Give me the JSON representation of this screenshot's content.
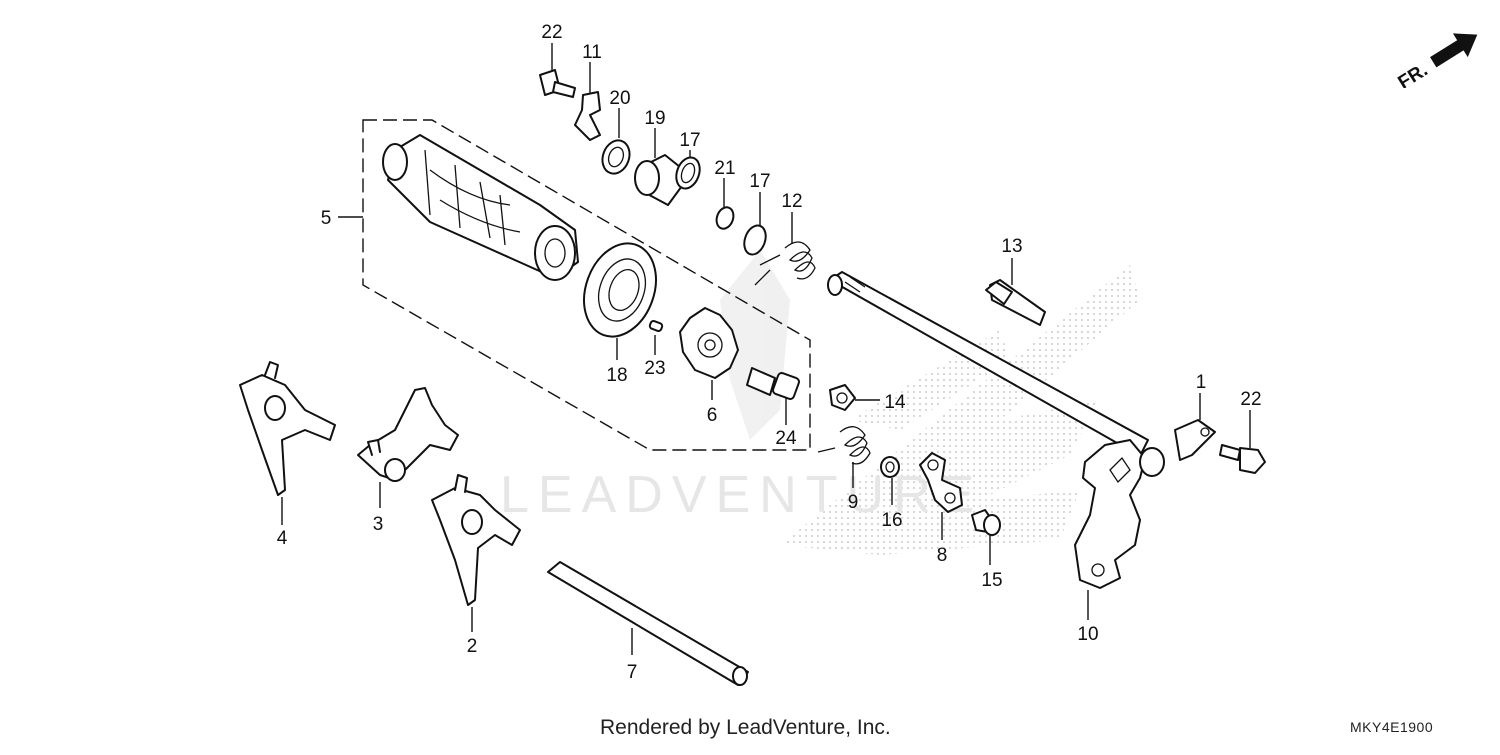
{
  "diagram": {
    "watermark": "LEADVENTURE",
    "footer_text": "Rendered by LeadVenture, Inc.",
    "diagram_code": "MKY4E1900",
    "direction_label": "FR.",
    "callouts": [
      {
        "id": "c22a",
        "label": "22"
      },
      {
        "id": "c11",
        "label": "11"
      },
      {
        "id": "c20",
        "label": "20"
      },
      {
        "id": "c19",
        "label": "19"
      },
      {
        "id": "c17a",
        "label": "17"
      },
      {
        "id": "c21",
        "label": "21"
      },
      {
        "id": "c17b",
        "label": "17"
      },
      {
        "id": "c12",
        "label": "12"
      },
      {
        "id": "c5",
        "label": "5"
      },
      {
        "id": "c18",
        "label": "18"
      },
      {
        "id": "c23",
        "label": "23"
      },
      {
        "id": "c6",
        "label": "6"
      },
      {
        "id": "c24",
        "label": "24"
      },
      {
        "id": "c14",
        "label": "14"
      },
      {
        "id": "c9",
        "label": "9"
      },
      {
        "id": "c16",
        "label": "16"
      },
      {
        "id": "c8",
        "label": "8"
      },
      {
        "id": "c15",
        "label": "15"
      },
      {
        "id": "c13",
        "label": "13"
      },
      {
        "id": "c1",
        "label": "1"
      },
      {
        "id": "c22b",
        "label": "22"
      },
      {
        "id": "c10",
        "label": "10"
      },
      {
        "id": "c4",
        "label": "4"
      },
      {
        "id": "c3",
        "label": "3"
      },
      {
        "id": "c2",
        "label": "2"
      },
      {
        "id": "c7",
        "label": "7"
      }
    ]
  }
}
